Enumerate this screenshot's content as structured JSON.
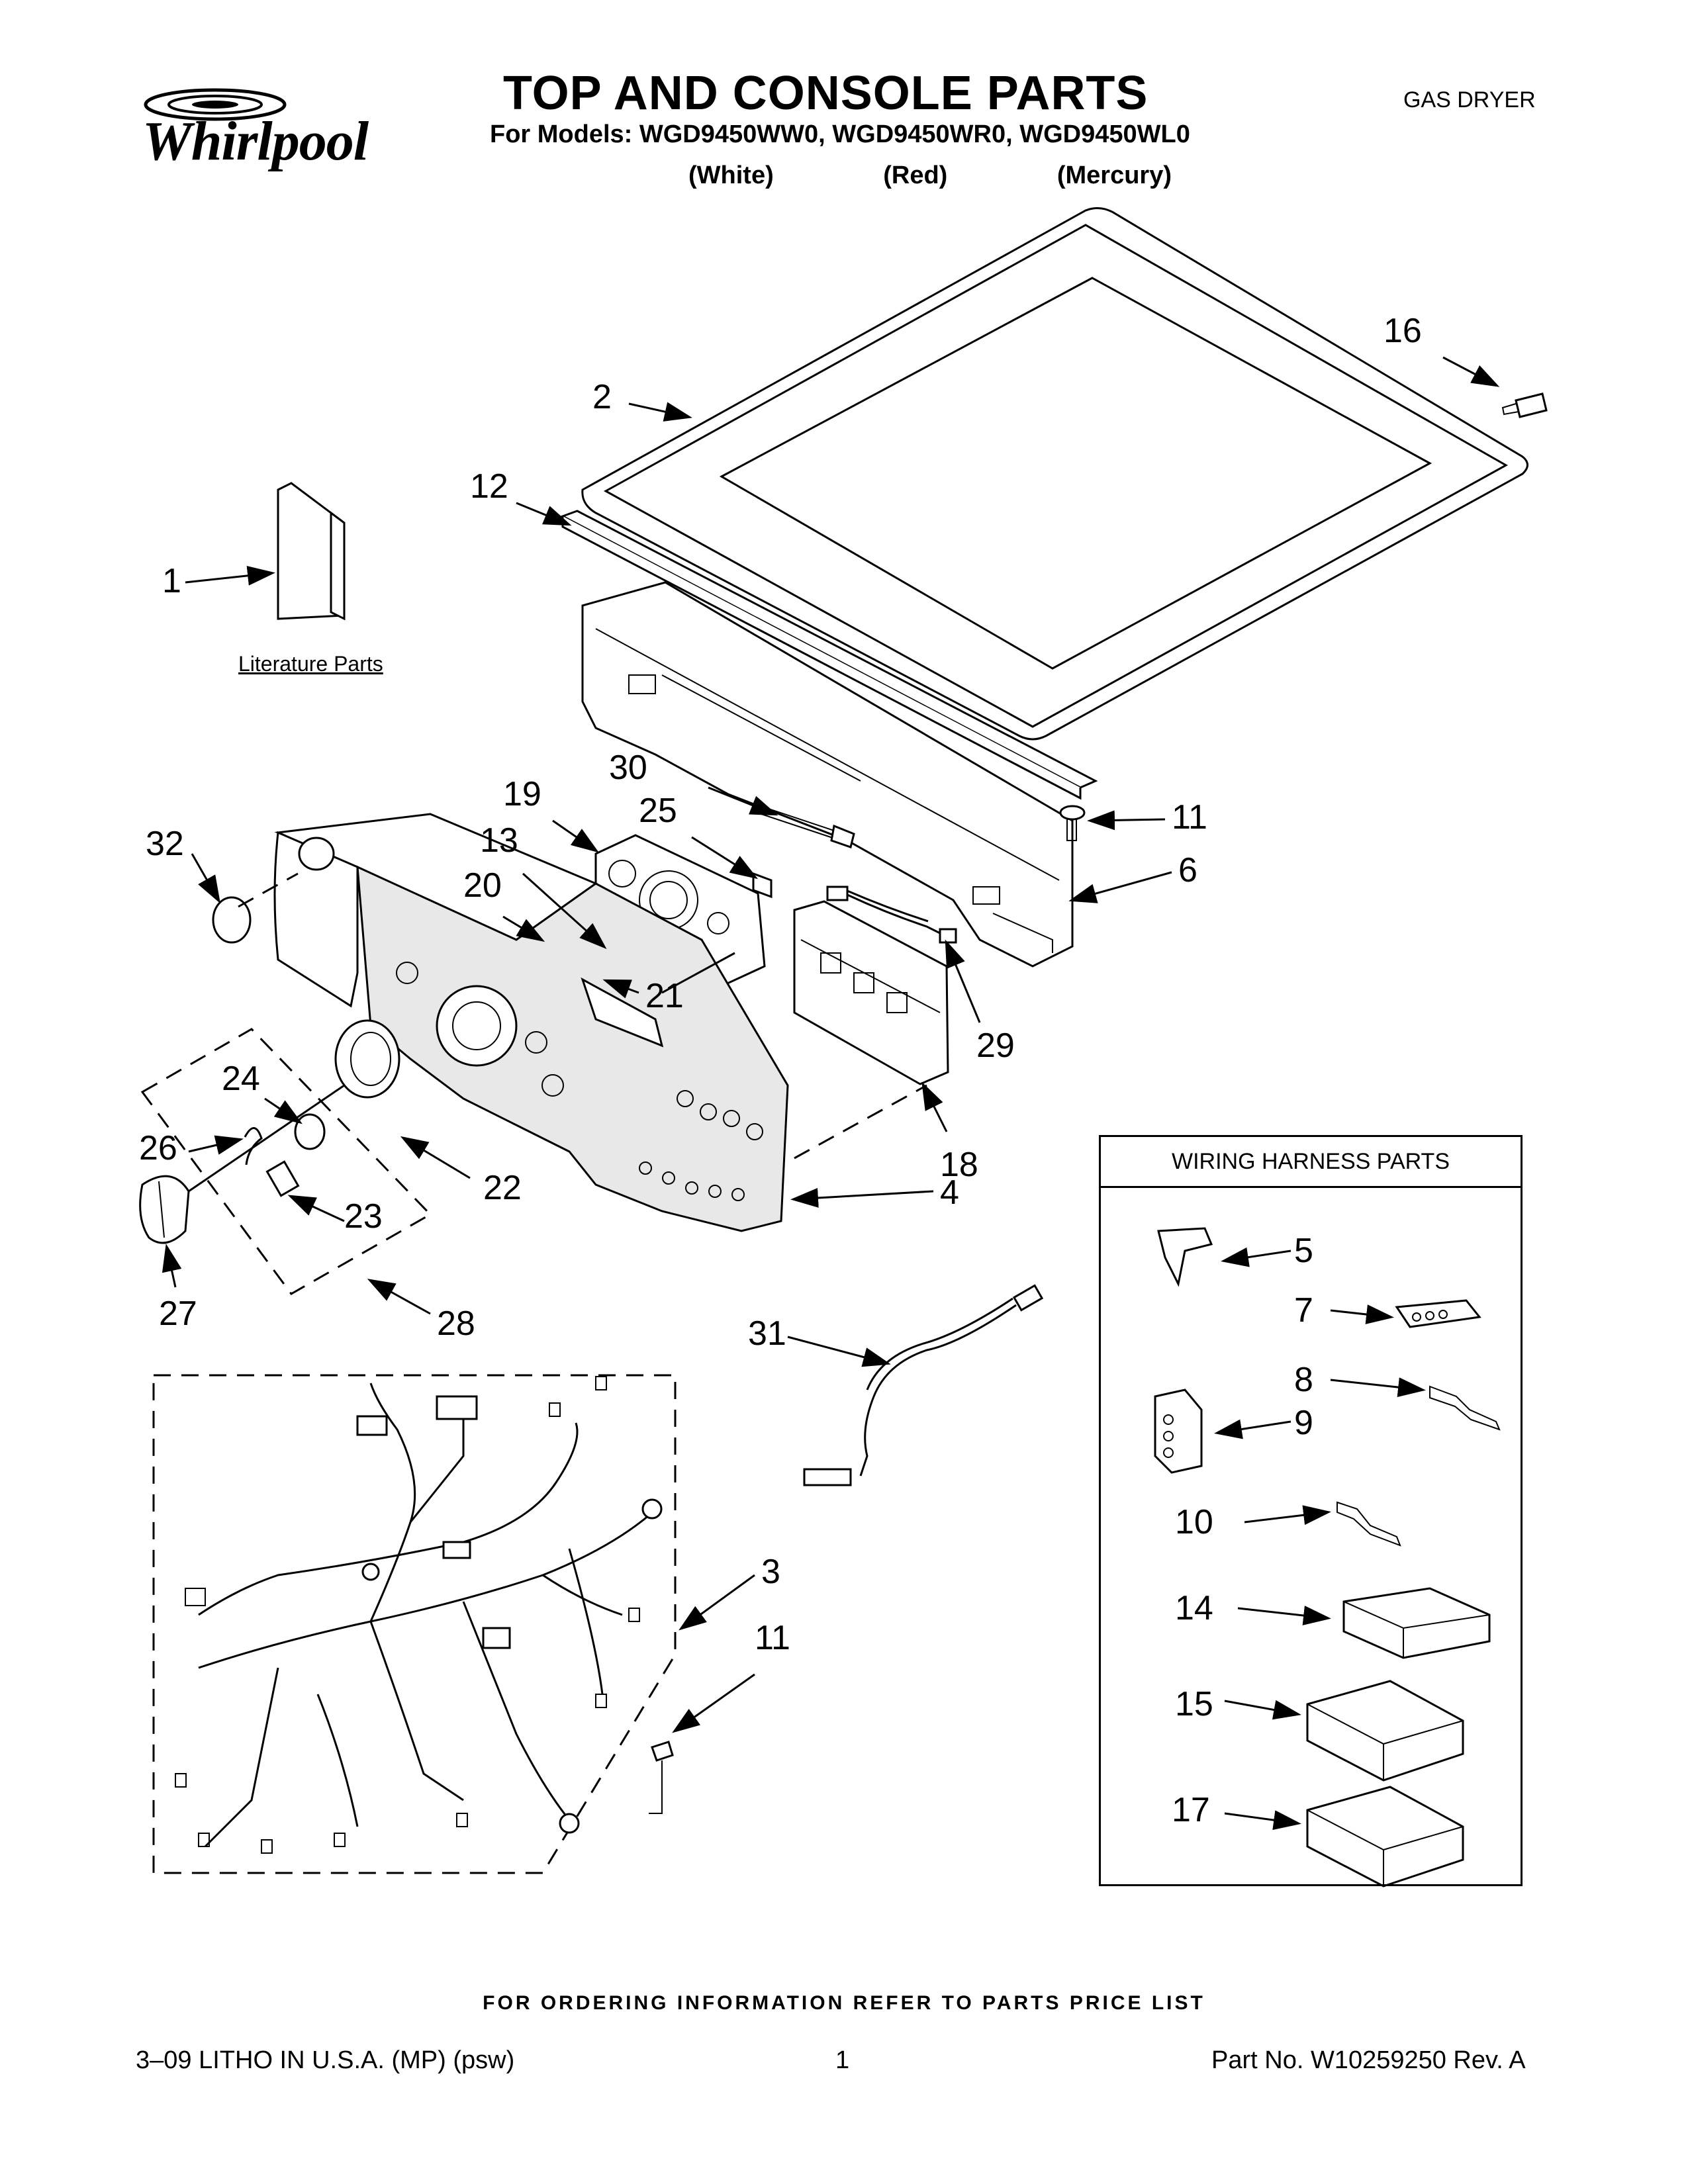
{
  "header": {
    "brand": "Whirlpool",
    "title": "TOP AND CONSOLE PARTS",
    "models": "For Models: WGD9450WW0, WGD9450WR0, WGD9450WL0",
    "colors": [
      "(White)",
      "(Red)",
      "(Mercury)"
    ],
    "product_type": "GAS DRYER"
  },
  "literature_label": "Literature Parts",
  "harness_box_title": "WIRING HARNESS PARTS",
  "callouts": {
    "c1": "1",
    "c2": "2",
    "c3": "3",
    "c4": "4",
    "c5": "5",
    "c6": "6",
    "c7": "7",
    "c8": "8",
    "c9": "9",
    "c10": "10",
    "c11a": "11",
    "c11b": "11",
    "c12": "12",
    "c13": "13",
    "c14": "14",
    "c15": "15",
    "c16": "16",
    "c17": "17",
    "c18": "18",
    "c19": "19",
    "c20": "20",
    "c21": "21",
    "c22": "22",
    "c23": "23",
    "c24": "24",
    "c25": "25",
    "c26": "26",
    "c27": "27",
    "c28": "28",
    "c29": "29",
    "c30": "30",
    "c31": "31",
    "c32": "32"
  },
  "footer": {
    "ordering_note": "FOR ORDERING INFORMATION REFER TO PARTS PRICE LIST",
    "litho": "3–09 LITHO IN U.S.A. (MP) (psw)",
    "page": "1",
    "part_no": "Part No. W10259250 Rev. A"
  }
}
